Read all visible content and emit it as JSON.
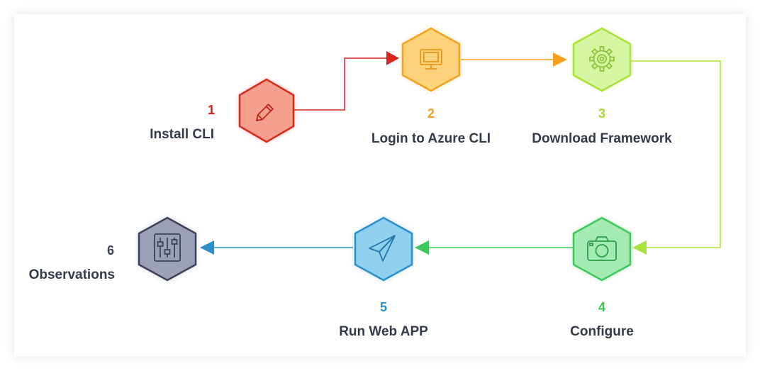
{
  "steps": [
    {
      "number": "1",
      "label": "Install CLI",
      "icon": "pencil-icon",
      "color": "#f4a08c",
      "stroke": "#d9291c",
      "num_color": "#e5171b"
    },
    {
      "number": "2",
      "label": "Login to Azure CLI",
      "icon": "monitor-icon",
      "color": "#fdd27a",
      "stroke": "#f4a21d",
      "num_color": "#f4a21d"
    },
    {
      "number": "3",
      "label": "Download Framework",
      "icon": "gear-icon",
      "color": "#d6f5a2",
      "stroke": "#a8e33a",
      "num_color": "#a8d62c"
    },
    {
      "number": "4",
      "label": "Configure",
      "icon": "camera-icon",
      "color": "#a3ebb2",
      "stroke": "#3cc95a",
      "num_color": "#39c24f"
    },
    {
      "number": "5",
      "label": "Run Web APP",
      "icon": "paper-plane-icon",
      "color": "#8fd0ef",
      "stroke": "#2b8fc9",
      "num_color": "#2a8dc8"
    },
    {
      "number": "6",
      "label": "Observations",
      "icon": "sliders-icon",
      "color": "#9ba0b8",
      "stroke": "#3c4257",
      "num_color": "#3c4257"
    }
  ]
}
